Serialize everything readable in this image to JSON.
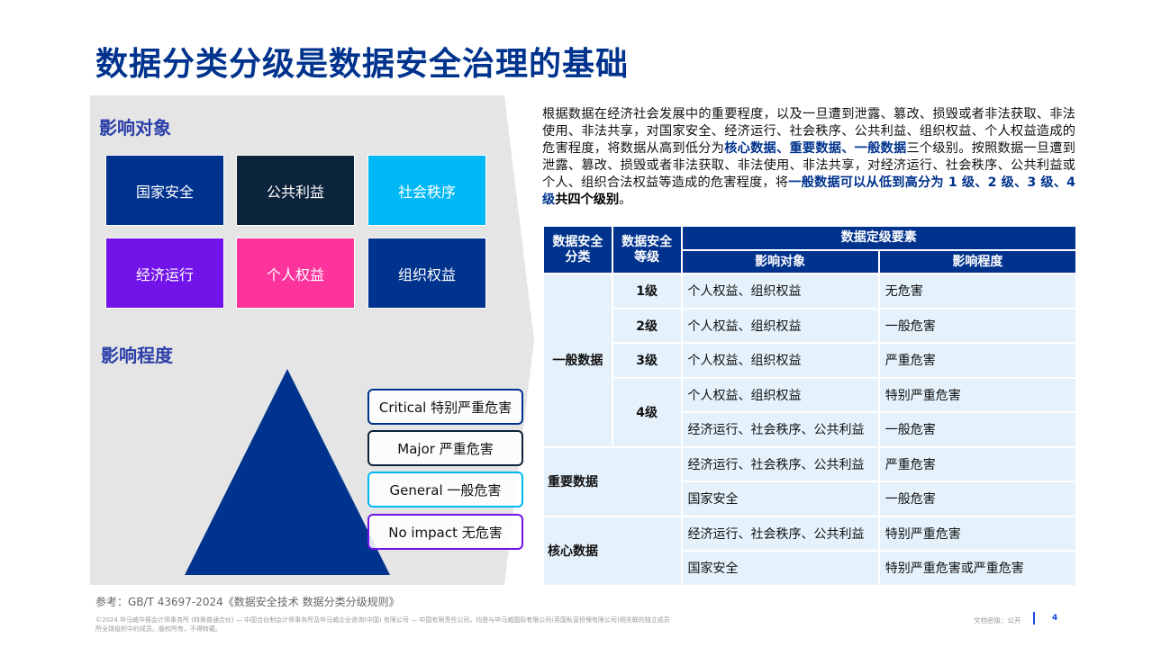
{
  "title": "数据分类分级是数据安全治理的基础",
  "left_panel": {
    "impact_objects": {
      "heading": "影响对象",
      "tiles": [
        {
          "label": "国家安全",
          "color": "#00338d"
        },
        {
          "label": "公共利益",
          "color": "#0c233c"
        },
        {
          "label": "社会秩序",
          "color": "#00b8f5"
        },
        {
          "label": "经济运行",
          "color": "#7213ea"
        },
        {
          "label": "个人权益",
          "color": "#fd349c"
        },
        {
          "label": "组织权益",
          "color": "#00338d"
        }
      ]
    },
    "impact_degree": {
      "heading": "影响程度",
      "levels": [
        {
          "label": "Critical 特别严重危害",
          "border": "#00338d"
        },
        {
          "label": "Major 严重危害",
          "border": "#0c233c"
        },
        {
          "label": "General 一般危害",
          "border": "#00b8f5"
        },
        {
          "label": "No impact 无危害",
          "border": "#7213ea"
        }
      ]
    }
  },
  "intro": {
    "p1": "根据数据在经济社会发展中的重要程度，以及一旦遭到泄露、篡改、损毁或者非法获取、非法使用、非法共享，对国家安全、经济运行、社会秩序、公共利益、组织权益、个人权益造成的危害程度，将数据从高到低分为",
    "hl1": "核心数据",
    "sep1": "、",
    "hl2": "重要数据",
    "sep2": "、",
    "hl3": "一般数据",
    "p2": "三个级别。按照数据一旦遭到泄露、篡改、损毁或者非法获取、非法使用、非法共享，对经济运行、社会秩序、公共利益或个人、组织合法权益等造成的危害程度，将",
    "hl4": "一般数据可以从低到高分为 1 级、2 级、3 级、4 级",
    "bk1": "共四个级别",
    "end": "。"
  },
  "table": {
    "headers": {
      "category": "数据安全\n分类",
      "category_l1": "数据安全",
      "category_l2": "分类",
      "grade_l1": "数据安全",
      "grade_l2": "等级",
      "elements": "数据定级要素",
      "impact_object": "影响对象",
      "impact_degree": "影响程度"
    },
    "rows": [
      {
        "category": "一般数据",
        "grade": "1级",
        "object": "个人权益、组织权益",
        "degree": "无危害"
      },
      {
        "category": "一般数据",
        "grade": "2级",
        "object": "个人权益、组织权益",
        "degree": "一般危害"
      },
      {
        "category": "一般数据",
        "grade": "3级",
        "object": "个人权益、组织权益",
        "degree": "严重危害"
      },
      {
        "category": "一般数据",
        "grade": "4级",
        "object": "个人权益、组织权益",
        "degree": "特别严重危害"
      },
      {
        "category": "一般数据",
        "grade": "4级",
        "object": "经济运行、社会秩序、公共利益",
        "degree": "一般危害"
      },
      {
        "category": "重要数据",
        "grade": "",
        "object": "经济运行、社会秩序、公共利益",
        "degree": "严重危害"
      },
      {
        "category": "重要数据",
        "grade": "",
        "object": "国家安全",
        "degree": "一般危害"
      },
      {
        "category": "核心数据",
        "grade": "",
        "object": "经济运行、社会秩序、公共利益",
        "degree": "特别严重危害"
      },
      {
        "category": "核心数据",
        "grade": "",
        "object": "国家安全",
        "degree": "特别严重危害或严重危害"
      }
    ]
  },
  "footer": {
    "reference": "参考：GB/T 43697-2024《数据安全技术 数据分类分级规则》",
    "copyright": "©2024 毕马威华振会计师事务所 (特殊普通合伙) — 中国合伙制会计师事务所及毕马威企业咨询(中国) 有限公司 — 中国有限责任公司，均是与毕马威国际有限公司(英国私营担保有限公司)相关联的独立成员所全球组织中的成员。版权所有，不得转载。",
    "classification": "文档密级：公开",
    "page_number": "4"
  }
}
